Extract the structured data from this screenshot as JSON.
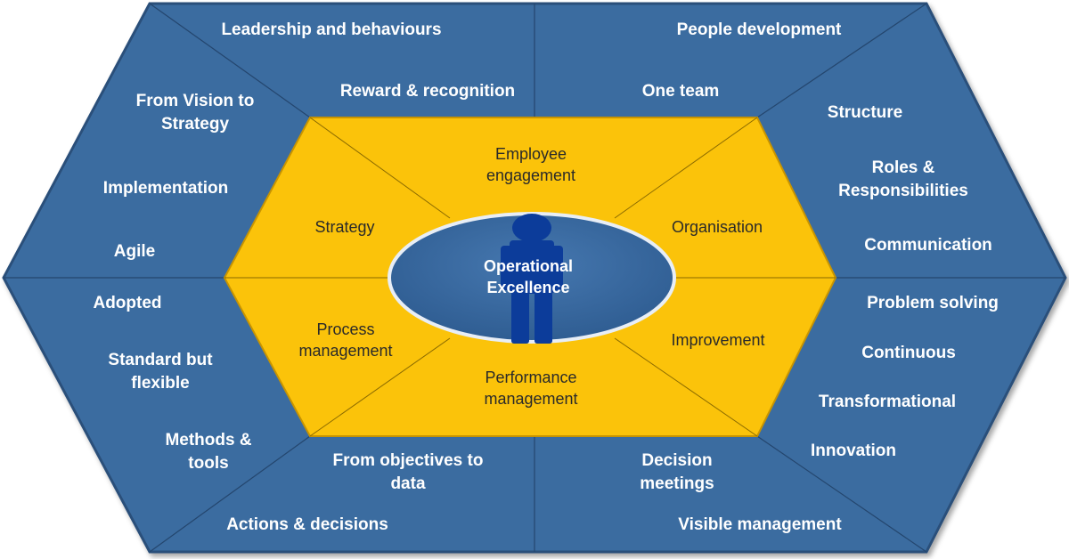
{
  "center": {
    "title": [
      "Operational",
      "Excellence"
    ]
  },
  "inner": {
    "top": [
      "Employee",
      "engagement"
    ],
    "upper_left": [
      "Strategy"
    ],
    "upper_right": [
      "Organisation"
    ],
    "lower_left": [
      "Process",
      "management"
    ],
    "bottom": [
      "Performance",
      "management"
    ],
    "lower_right": [
      "Improvement"
    ]
  },
  "outer": {
    "top_left": [
      "Leadership and behaviours",
      "Reward & recognition"
    ],
    "top_right": [
      "People development",
      "One team"
    ],
    "upper_left": [
      [
        "From Vision to",
        "Strategy"
      ],
      [
        "Implementation"
      ],
      [
        "Agile"
      ]
    ],
    "upper_right": [
      [
        "Structure"
      ],
      [
        "Roles &",
        "Responsibilities"
      ],
      [
        "Communication"
      ]
    ],
    "lower_left": [
      [
        "Adopted"
      ],
      [
        "Standard but",
        "flexible"
      ],
      [
        "Methods &",
        "tools"
      ]
    ],
    "lower_right": [
      [
        "Problem solving"
      ],
      [
        "Continuous"
      ],
      [
        "Transformational"
      ],
      [
        "Innovation"
      ]
    ],
    "bottom_left": [
      [
        "From objectives to",
        "data"
      ],
      [
        "Actions & decisions"
      ]
    ],
    "bottom_right": [
      [
        "Decision",
        "meetings"
      ],
      [
        "Visible management"
      ]
    ]
  },
  "colors": {
    "outer_fill": "#3b6ca0",
    "outer_edge": "#2b4f7a",
    "inner_fill": "#fbc30a",
    "inner_edge": "#c89400",
    "center_fill": "#3567a0",
    "figure_fill": "#0c3c9a"
  },
  "icons": {
    "figure": "person-silhouette-icon"
  }
}
